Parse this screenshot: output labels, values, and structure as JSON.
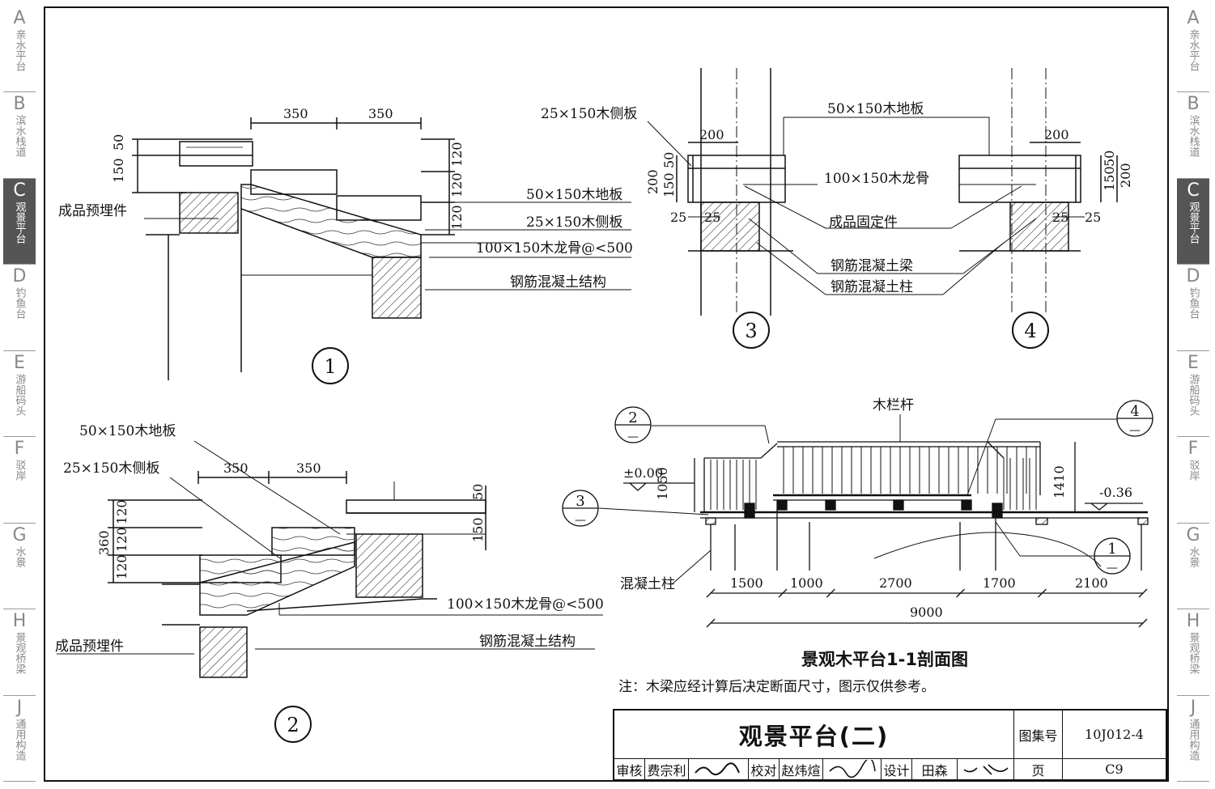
{
  "sidebar": [
    {
      "letter": "A",
      "name": "亲水平台"
    },
    {
      "letter": "B",
      "name": "滨水栈道"
    },
    {
      "letter": "C",
      "name": "观景平台",
      "active": true
    },
    {
      "letter": "D",
      "name": "钓鱼台"
    },
    {
      "letter": "E",
      "name": "游船码头"
    },
    {
      "letter": "F",
      "name": "驳岸"
    },
    {
      "letter": "G",
      "name": "水景"
    },
    {
      "letter": "H",
      "name": "景观桥梁"
    },
    {
      "letter": "J",
      "name": "通用构造"
    }
  ],
  "detail1": {
    "marker": "1",
    "dims": {
      "d350a": "350",
      "d350b": "350",
      "v150": "150",
      "v50": "50",
      "v120a": "120",
      "v120b": "120",
      "v120c": "120"
    },
    "labels": {
      "embedded": "成品预埋件",
      "floor": "50×150木地板",
      "side": "25×150木侧板",
      "joist": "100×150木龙骨@<500",
      "structure": "钢筋混凝土结构"
    }
  },
  "detail2": {
    "marker": "2",
    "dims": {
      "d350a": "350",
      "d350b": "350",
      "v150": "150",
      "v50": "50",
      "v360": "360",
      "v120a": "120",
      "v120b": "120",
      "v120c": "120"
    },
    "labels": {
      "floor": "50×150木地板",
      "side": "25×150木侧板",
      "joist": "100×150木龙骨@<500",
      "embedded": "成品预埋件",
      "structure": "钢筋混凝土结构"
    }
  },
  "detail34": {
    "marker3": "3",
    "marker4": "4",
    "dims": {
      "w200a": "200",
      "w200b": "200",
      "h200a": "200",
      "h150a": "150",
      "h50a": "50",
      "h200b": "200",
      "h150b": "150",
      "h50b": "50",
      "s25a": "25",
      "s25b": "25",
      "s25c": "25",
      "s25d": "25"
    },
    "labels": {
      "side": "25×150木侧板",
      "floor": "50×150木地板",
      "joist": "100×150木龙骨",
      "fixing": "成品固定件",
      "beam": "钢筋混凝土梁",
      "column": "钢筋混凝土柱"
    }
  },
  "section": {
    "title": "景观木平台1-1剖面图",
    "railing": "木栏杆",
    "column": "混凝土柱",
    "elev0": "±0.00",
    "elev1": "-0.36",
    "h1050": "1050",
    "h1410": "1410",
    "spans": [
      "1500",
      "1000",
      "2700",
      "1700",
      "2100"
    ],
    "total": "9000",
    "refs": [
      {
        "num": "2",
        "den": "—"
      },
      {
        "num": "4",
        "den": "—"
      },
      {
        "num": "3",
        "den": "—"
      },
      {
        "num": "1",
        "den": "—"
      }
    ]
  },
  "note": "注：木梁应经计算后决定断面尺寸，图示仅供参考。",
  "titleblock": {
    "title": "观景平台(二)",
    "atlas_label": "图集号",
    "atlas_no": "10J012-4",
    "review": "审核",
    "reviewer": "费宗利",
    "check": "校对",
    "checker": "赵炜煊",
    "design": "设计",
    "designer": "田森",
    "page_label": "页",
    "page_no": "C9"
  }
}
